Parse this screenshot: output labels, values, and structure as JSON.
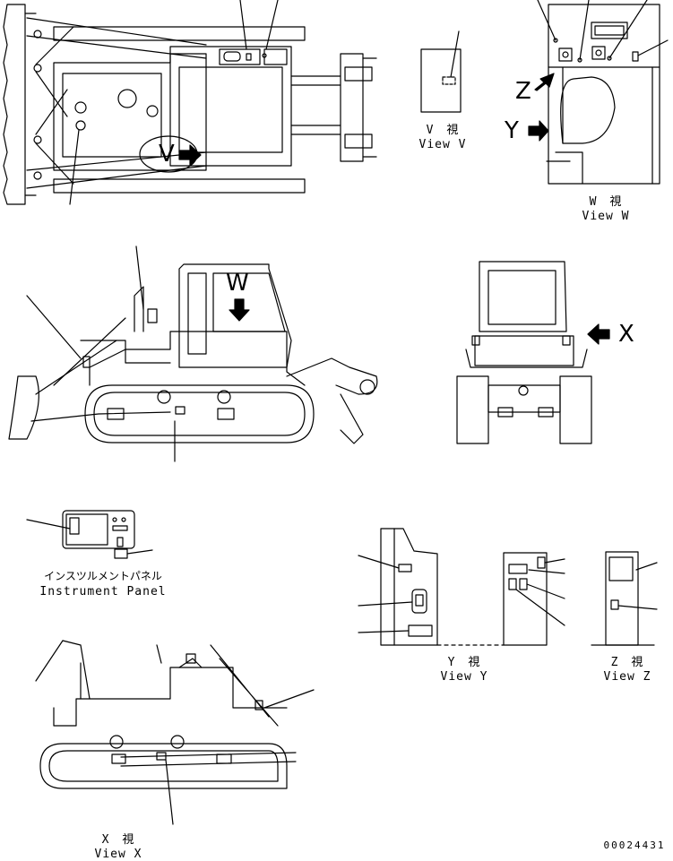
{
  "views": {
    "v": {
      "jp": "V　視",
      "en": "View V",
      "letter": "V"
    },
    "w": {
      "jp": "W　視",
      "en": "View W",
      "letter": "W"
    },
    "x": {
      "jp": "X　視",
      "en": "View X",
      "letter": "X"
    },
    "y": {
      "jp": "Y　視",
      "en": "View Y",
      "letter": "Y"
    },
    "z": {
      "jp": "Z　視",
      "en": "View Z",
      "letter": "Z"
    }
  },
  "panel": {
    "jp": "インスツルメントパネル",
    "en": "Instrument Panel"
  },
  "drawing_number": "00024431"
}
